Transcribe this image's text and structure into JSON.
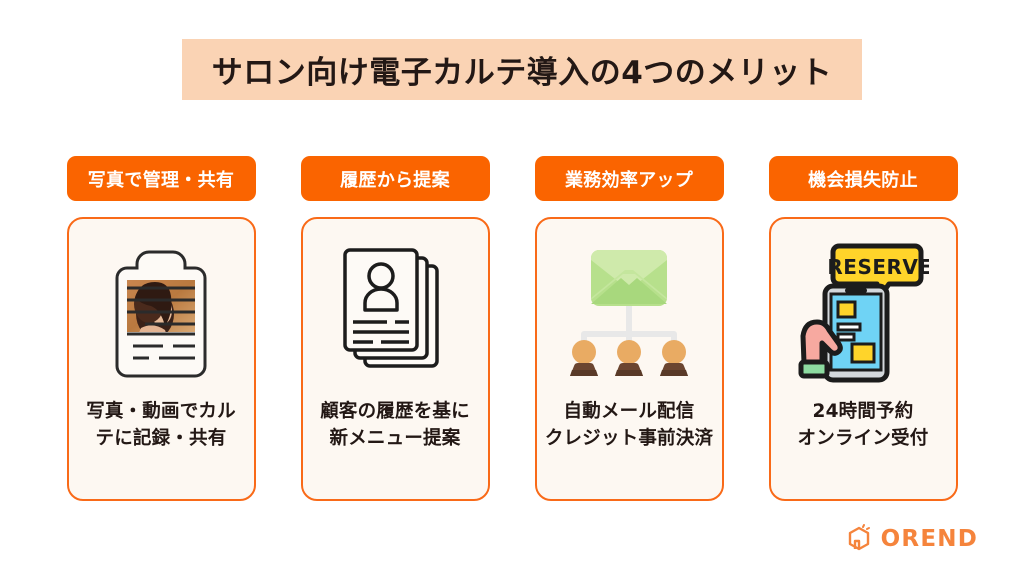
{
  "banner": {
    "title": "サロン向け電子カルテ導入の4つのメリット",
    "background_color": "#FAD3B4",
    "text_color": "#231815"
  },
  "theme": {
    "accent_orange": "#FA6400",
    "card_border": "#F96A18",
    "card_background": "#FDF8F2",
    "page_background": "#FFFFFF",
    "logo_color": "#F5843C"
  },
  "columns": [
    {
      "tab_label": "写真で管理・共有",
      "icon_name": "clipboard-photo-icon",
      "caption_lines": [
        "写真・動画でカル",
        "テに記録・共有"
      ]
    },
    {
      "tab_label": "履歴から提案",
      "icon_name": "stacked-documents-person-icon",
      "caption_lines": [
        "顧客の履歴を基に",
        "新メニュー提案"
      ]
    },
    {
      "tab_label": "業務効率アップ",
      "icon_name": "envelope-broadcast-icon",
      "caption_lines": [
        "自動メール配信",
        "クレジット事前決済"
      ]
    },
    {
      "tab_label": "機会損失防止",
      "icon_name": "hand-phone-reserve-icon",
      "caption_lines": [
        "24時間予約",
        "オンライン受付"
      ]
    }
  ],
  "icon_labels": {
    "reserve_badge": "RESERVE"
  },
  "logo": {
    "name": "OREND",
    "mark_name": "orend-hexagon-mark-icon"
  }
}
